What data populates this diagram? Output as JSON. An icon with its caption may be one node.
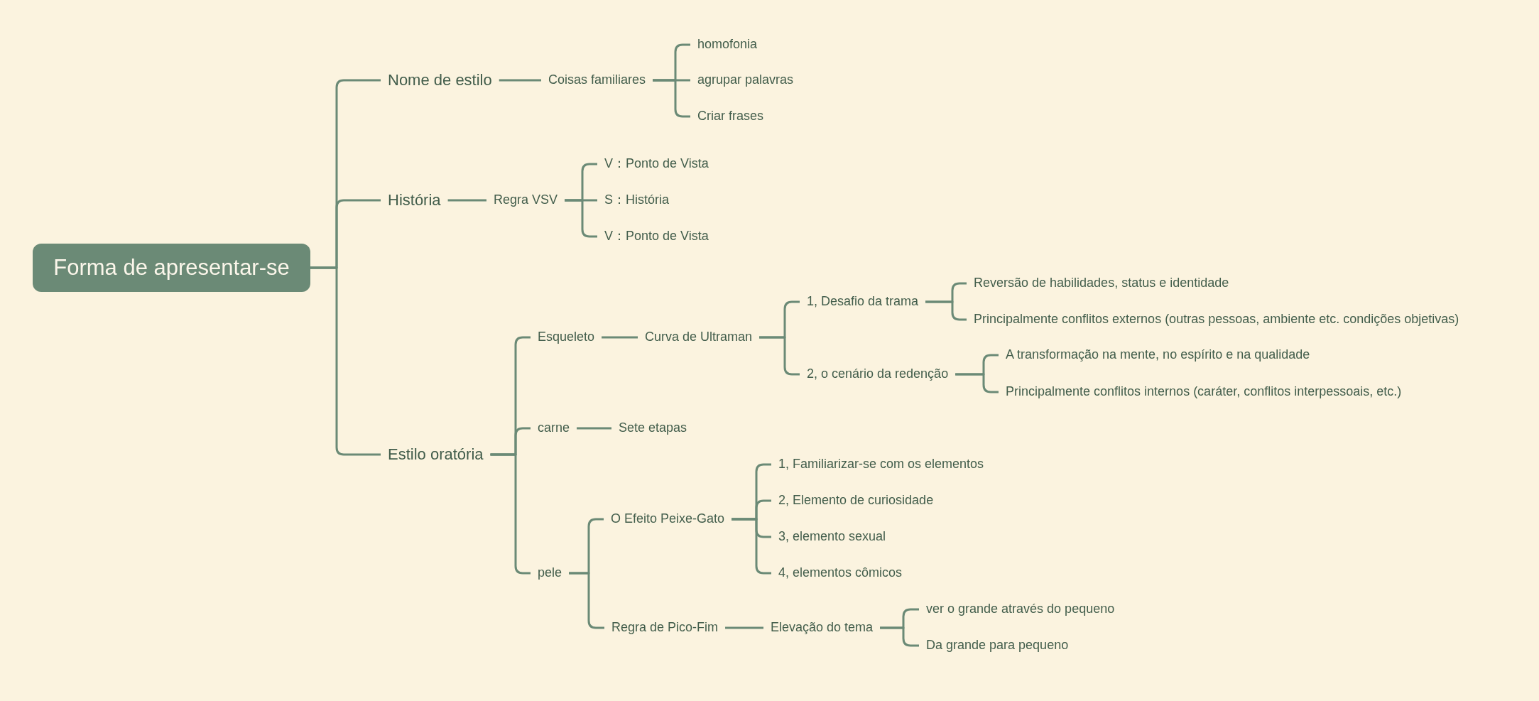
{
  "diagram": {
    "nodes": [
      {
        "text": [
          "Forma de apresentar-se"
        ]
      },
      {
        "text": [
          "Nome de estilo"
        ]
      },
      {
        "text": [
          "Coisas familiares"
        ]
      },
      {
        "text": [
          "homofonia"
        ]
      },
      {
        "text": [
          "agrupar palavras"
        ]
      },
      {
        "text": [
          "Criar frases"
        ]
      },
      {
        "text": [
          "História"
        ]
      },
      {
        "text": [
          "Regra VSV"
        ]
      },
      {
        "text": [
          "V：Ponto de Vista"
        ]
      },
      {
        "text": [
          "S：História"
        ]
      },
      {
        "text": [
          "V：Ponto de Vista"
        ]
      },
      {
        "text": [
          "Estilo oratória"
        ]
      },
      {
        "text": [
          "Esqueleto"
        ]
      },
      {
        "text": [
          "Curva de Ultraman"
        ]
      },
      {
        "text": [
          "1, Desafio da trama"
        ]
      },
      {
        "text": [
          "Reversão de habilidades, status e identidade"
        ]
      },
      {
        "text": [
          "Principalmente conflitos externos (outras pessoas, ambiente etc. condições objetivas)"
        ]
      },
      {
        "text": [
          "2, o cenário da redenção"
        ]
      },
      {
        "text": [
          "A transformação na mente, no espírito e na qualidade"
        ]
      },
      {
        "text": [
          "Principalmente conflitos internos (caráter, conflitos interpessoais, etc.)"
        ]
      },
      {
        "text": [
          "carne"
        ]
      },
      {
        "text": [
          "Sete etapas"
        ]
      },
      {
        "text": [
          "pele"
        ]
      },
      {
        "text": [
          "O Efeito Peixe-Gato"
        ]
      },
      {
        "text": [
          "1, Familiarizar-se com os elementos"
        ]
      },
      {
        "text": [
          "2, Elemento de curiosidade"
        ]
      },
      {
        "text": [
          "3, elemento sexual"
        ]
      },
      {
        "text": [
          "4, elementos cômicos"
        ]
      },
      {
        "text": [
          "Regra de Pico-Fim"
        ]
      },
      {
        "text": [
          "Elevação do tema"
        ]
      },
      {
        "text": [
          "ver o grande através do pequeno"
        ]
      },
      {
        "text": [
          "Da grande para pequeno"
        ]
      }
    ],
    "edges": [
      {
        "from": 0,
        "to": 1,
        "arrow": "none"
      },
      {
        "from": 1,
        "to": 2,
        "arrow": "none"
      },
      {
        "from": 2,
        "to": 3,
        "arrow": "none"
      },
      {
        "from": 2,
        "to": 4,
        "arrow": "none"
      },
      {
        "from": 2,
        "to": 5,
        "arrow": "none"
      },
      {
        "from": 0,
        "to": 6,
        "arrow": "none"
      },
      {
        "from": 6,
        "to": 7,
        "arrow": "none"
      },
      {
        "from": 7,
        "to": 8,
        "arrow": "none"
      },
      {
        "from": 7,
        "to": 9,
        "arrow": "none"
      },
      {
        "from": 7,
        "to": 10,
        "arrow": "none"
      },
      {
        "from": 0,
        "to": 11,
        "arrow": "none"
      },
      {
        "from": 11,
        "to": 12,
        "arrow": "none"
      },
      {
        "from": 12,
        "to": 13,
        "arrow": "none"
      },
      {
        "from": 13,
        "to": 14,
        "arrow": "none"
      },
      {
        "from": 14,
        "to": 15,
        "arrow": "none"
      },
      {
        "from": 14,
        "to": 16,
        "arrow": "none"
      },
      {
        "from": 13,
        "to": 17,
        "arrow": "none"
      },
      {
        "from": 17,
        "to": 18,
        "arrow": "none"
      },
      {
        "from": 17,
        "to": 19,
        "arrow": "none"
      },
      {
        "from": 11,
        "to": 20,
        "arrow": "none"
      },
      {
        "from": 20,
        "to": 21,
        "arrow": "none"
      },
      {
        "from": 11,
        "to": 22,
        "arrow": "none"
      },
      {
        "from": 22,
        "to": 23,
        "arrow": "none"
      },
      {
        "from": 23,
        "to": 24,
        "arrow": "none"
      },
      {
        "from": 23,
        "to": 25,
        "arrow": "none"
      },
      {
        "from": 23,
        "to": 26,
        "arrow": "none"
      },
      {
        "from": 23,
        "to": 27,
        "arrow": "none"
      },
      {
        "from": 22,
        "to": 28,
        "arrow": "none"
      },
      {
        "from": 28,
        "to": 29,
        "arrow": "none"
      },
      {
        "from": 29,
        "to": 30,
        "arrow": "none"
      },
      {
        "from": 29,
        "to": 31,
        "arrow": "none"
      }
    ]
  }
}
